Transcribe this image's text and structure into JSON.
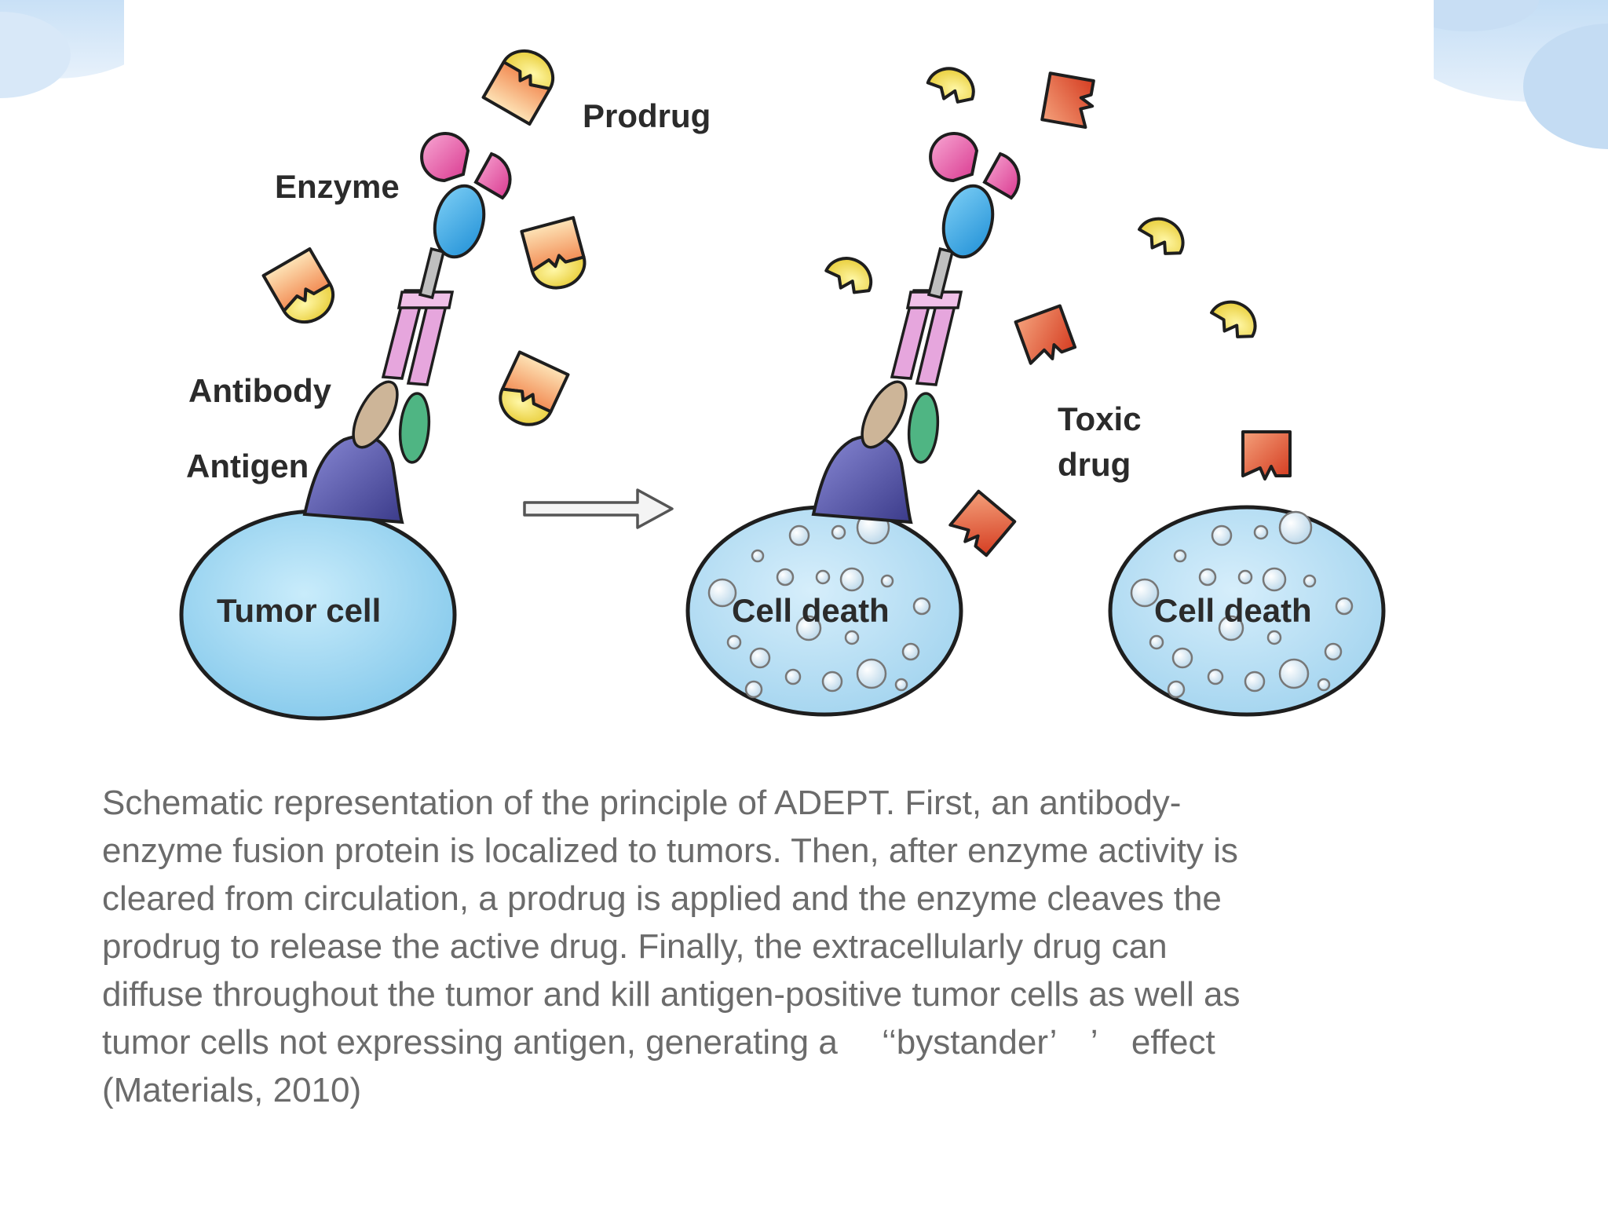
{
  "diagram": {
    "labels": {
      "prodrug": "Prodrug",
      "enzyme": "Enzyme",
      "antibody": "Antibody",
      "antigen": "Antigen",
      "tumor_cell": "Tumor cell",
      "toxic_drug_line1": "Toxic",
      "toxic_drug_line2": "drug",
      "cell_death_1": "Cell death",
      "cell_death_2": "Cell death"
    }
  },
  "caption": {
    "lines": [
      "Schematic representation of the principle of ADEPT. First, an antibody-",
      "enzyme fusion protein is localized to tumors. Then, after enzyme activity is",
      "cleared from circulation, a prodrug is applied and the enzyme cleaves the",
      "prodrug to release the active drug. Finally, the extracellularly drug can",
      "diffuse throughout the tumor and kill antigen-positive tumor cells as well as",
      "tumor cells not expressing antigen, generating a 　‘‘bystander’　’　effect",
      "(Materials, 2010)"
    ]
  },
  "colors": {
    "sky_blue": "#cfe3f7",
    "cell_fill": "#a9dcf5",
    "prodrug_fill": "#f7b07a",
    "toxic_fill": "#e0452a",
    "enzyme_pink": "#e35aa8",
    "enzyme_blue": "#3ba8e6",
    "antigen_purple": "#5a5aa8",
    "caption_gray": "#6b6b6b"
  }
}
